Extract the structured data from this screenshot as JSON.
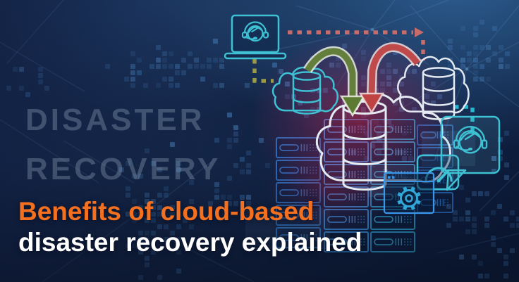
{
  "banner": {
    "watermark": {
      "line1": "DISASTER",
      "line2": "RECOVERY"
    },
    "headline": {
      "line1": "Benefits of cloud-based",
      "line2": "disaster recovery explained"
    },
    "colors": {
      "accent_orange": "#F37021",
      "headline_white": "#FFFFFF",
      "watermark_gray": "rgba(168,188,208,0.30)",
      "accent_teal": "#3EC1D3",
      "rack_blue": "#2F7FD6",
      "rack_blue_bright": "#3B96E8",
      "rack_teal": "#31A7D8",
      "cloud_white": "#E4EAF1",
      "arrow_green": "#5D7A33",
      "arrow_red": "#BF4343",
      "dash_salmon": "#C76B6B",
      "dash_olive": "#9B9B46",
      "dash_teal": "#23B6CC",
      "glow_red": "#D21E46",
      "map_dot_blue": "#3F74AD",
      "background_navy": "#122347"
    },
    "icons": [
      {
        "name": "laptop-support-agent-icon",
        "meaning": "laptop with support agent on screen"
      },
      {
        "name": "cloud-database-left-icon",
        "meaning": "source cloud with database"
      },
      {
        "name": "cloud-database-center-icon",
        "meaning": "primary cloud with large database"
      },
      {
        "name": "cloud-database-right-icon",
        "meaning": "backup cloud with database"
      },
      {
        "name": "failover-arrow-green-icon",
        "meaning": "green replication arrow into central database"
      },
      {
        "name": "failover-arrow-red-icon",
        "meaning": "red replication arrow into central database"
      },
      {
        "name": "server-racks-icon",
        "meaning": "data center server racks"
      },
      {
        "name": "gauge-icon",
        "meaning": "performance speedometer tile"
      },
      {
        "name": "gear-window-icon",
        "meaning": "settings window with gear"
      },
      {
        "name": "support-agent-bubble-icon",
        "meaning": "support agent in speech bubble"
      },
      {
        "name": "world-map-dots",
        "meaning": "pixelated world map background"
      },
      {
        "name": "network-mesh",
        "meaning": "connected nodes mesh background"
      }
    ]
  }
}
